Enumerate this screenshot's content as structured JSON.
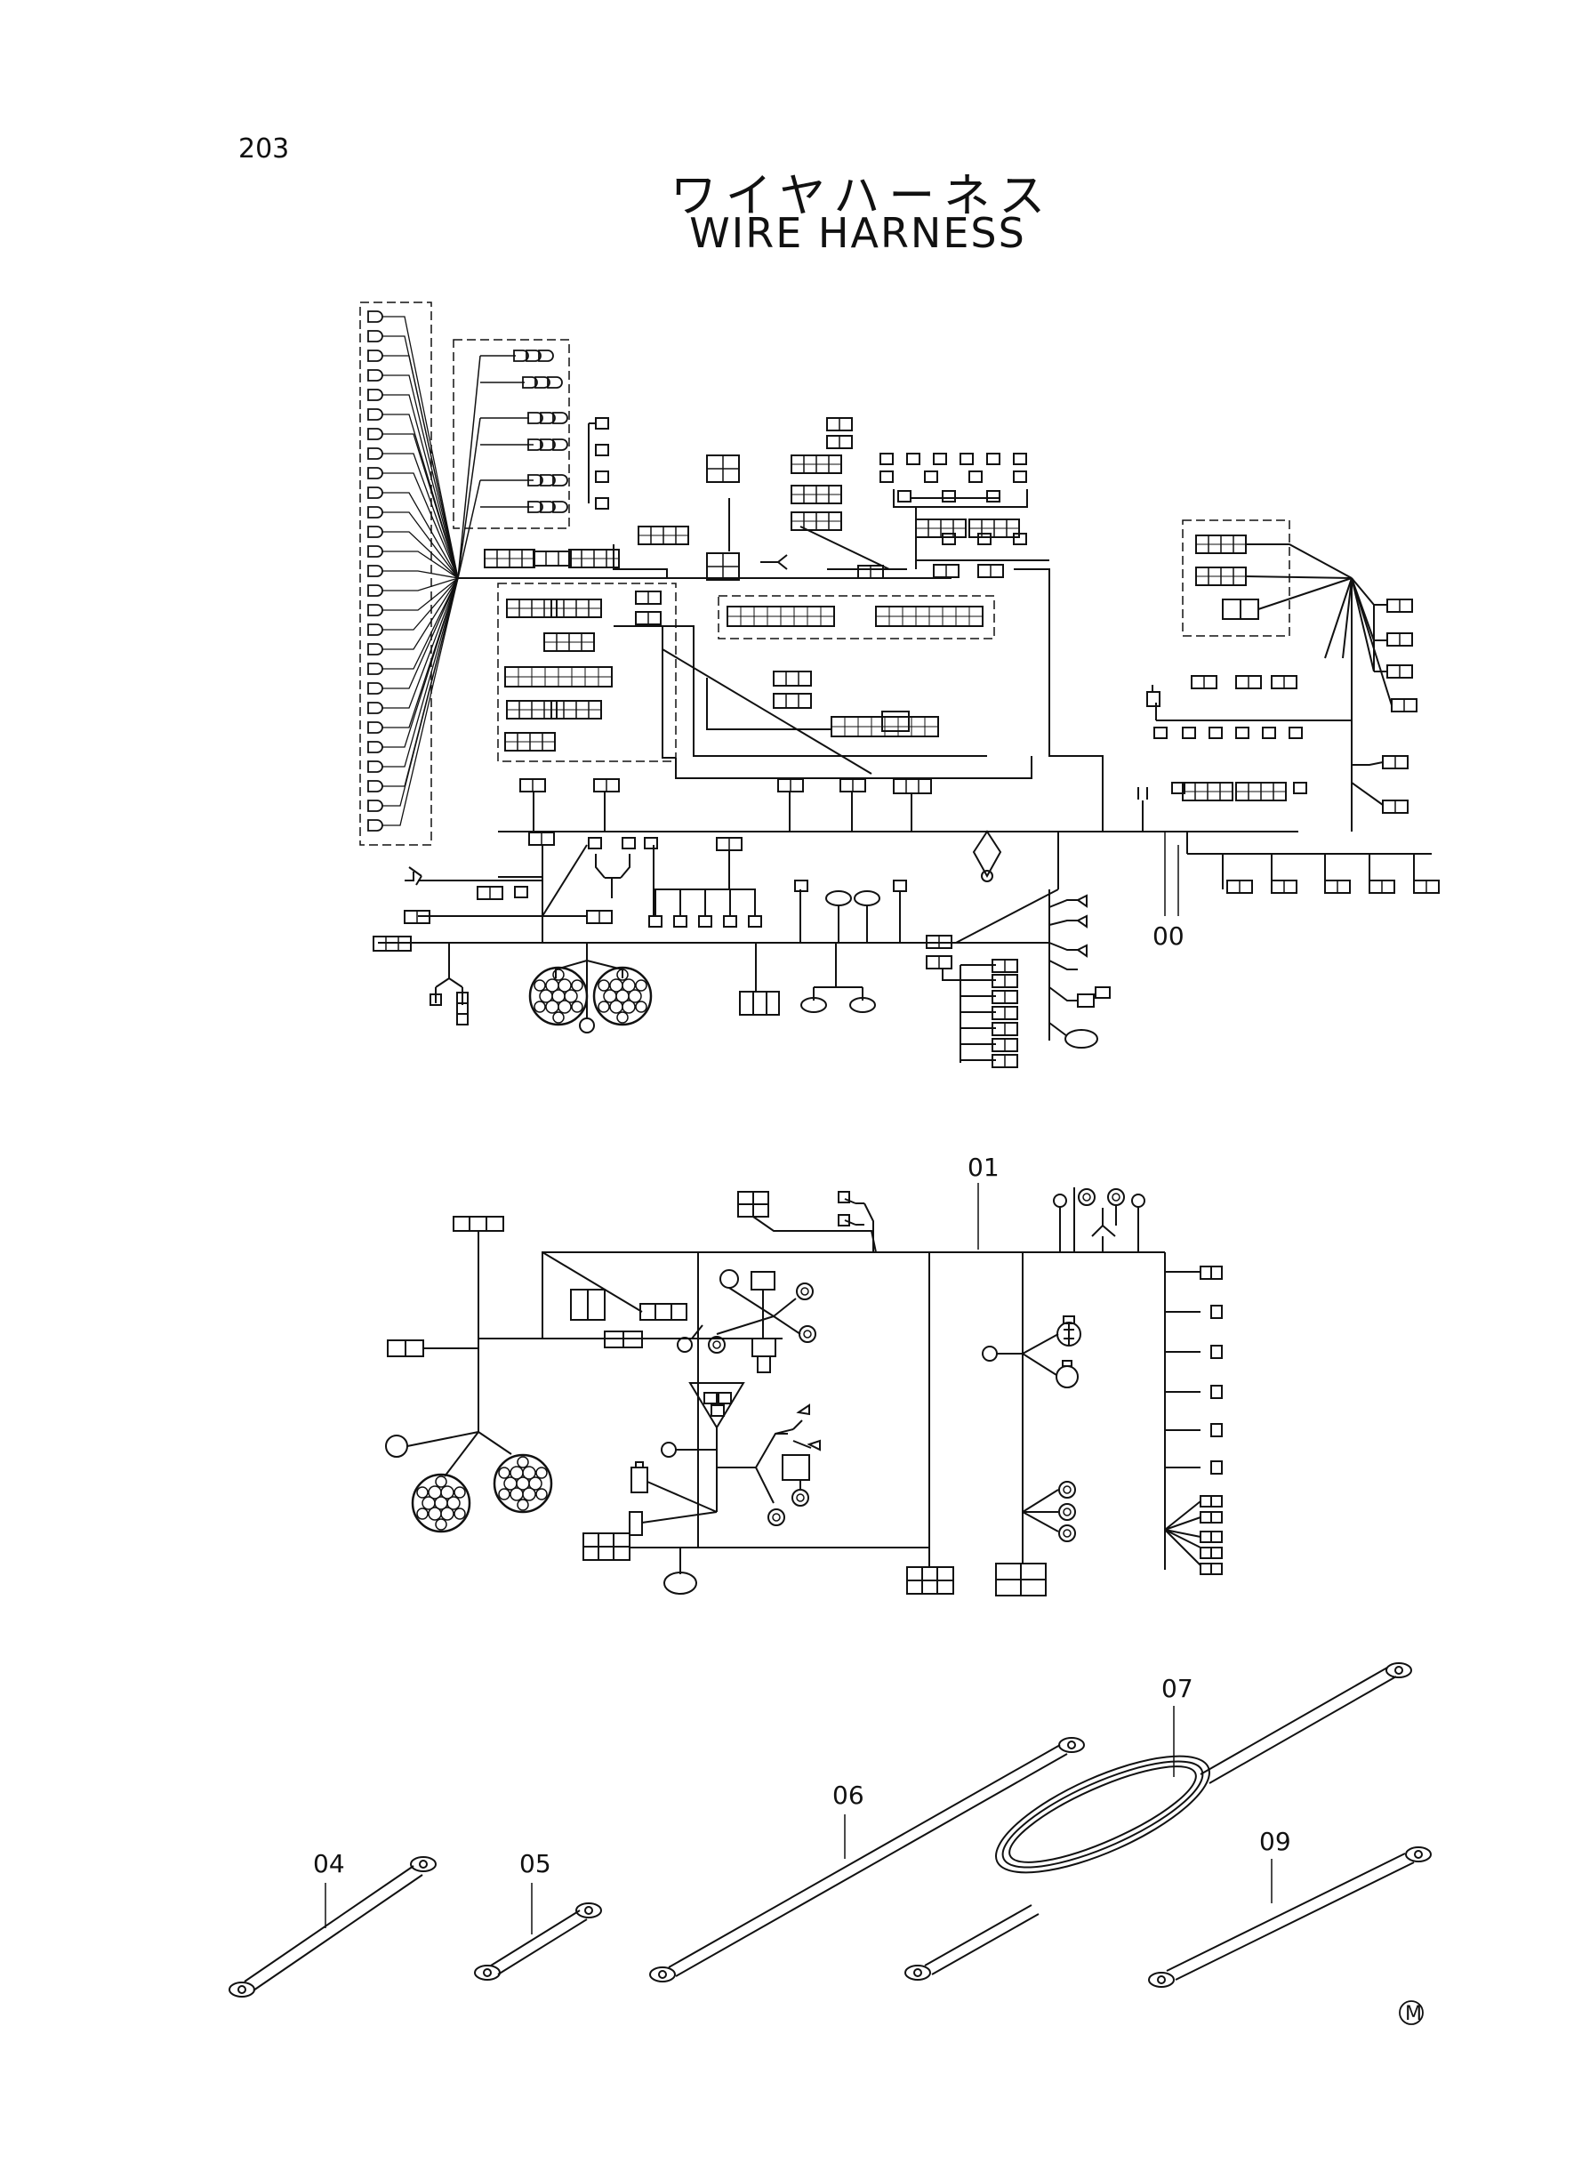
{
  "page_number": "203",
  "title_jp": "ワイヤハーネス",
  "title_en": "WIRE  HARNESS",
  "part_labels": {
    "p00": "00",
    "p01": "01",
    "p04": "04",
    "p05": "05",
    "p06": "06",
    "p07": "07",
    "p09": "09"
  },
  "corner_mark": "M"
}
